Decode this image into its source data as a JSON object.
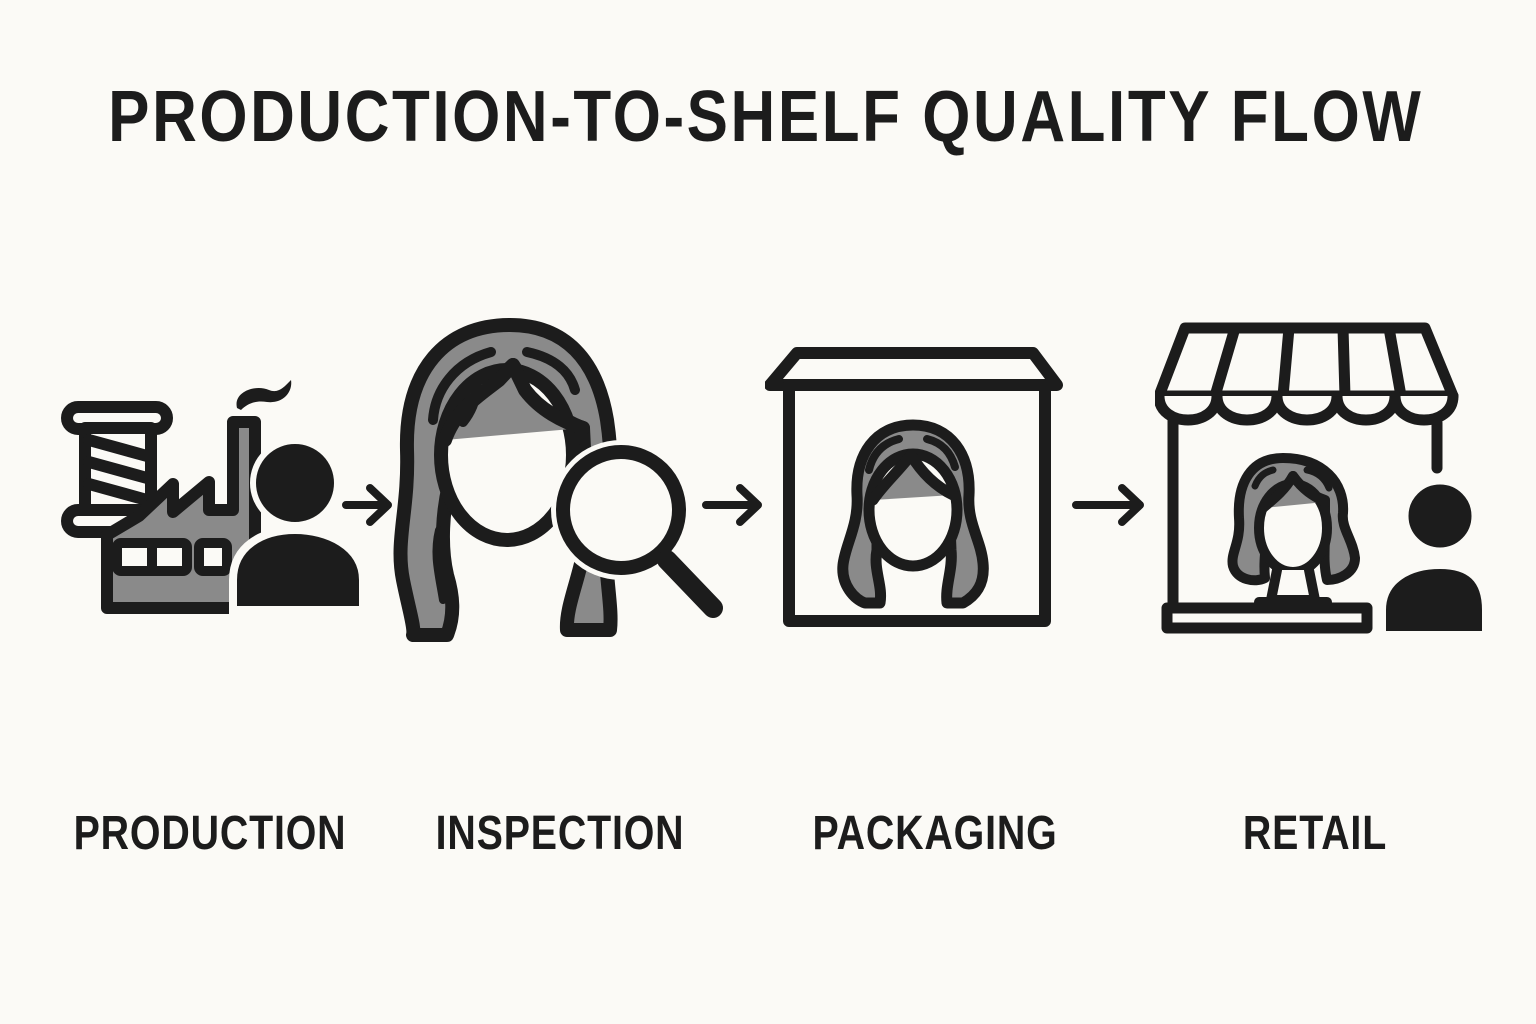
{
  "title": "PRODUCTION-TO-SHELF QUALITY FLOW",
  "colors": {
    "background": "#fbfaf6",
    "stroke": "#1c1c1c",
    "fill_gray": "#8a8a8a"
  },
  "flow": {
    "direction": "left-to-right",
    "stages": [
      {
        "label": "PRODUCTION",
        "icons": [
          "thread-spool-icon",
          "factory-icon",
          "worker-person-icon"
        ]
      },
      {
        "label": "INSPECTION",
        "icons": [
          "wig-icon",
          "magnifying-glass-icon"
        ]
      },
      {
        "label": "PACKAGING",
        "icons": [
          "box-icon",
          "wig-icon"
        ]
      },
      {
        "label": "RETAIL",
        "icons": [
          "storefront-awning-icon",
          "wig-on-mannequin-icon",
          "customer-person-icon"
        ]
      }
    ],
    "connectors": [
      "arrow-right",
      "arrow-right",
      "arrow-right"
    ]
  }
}
